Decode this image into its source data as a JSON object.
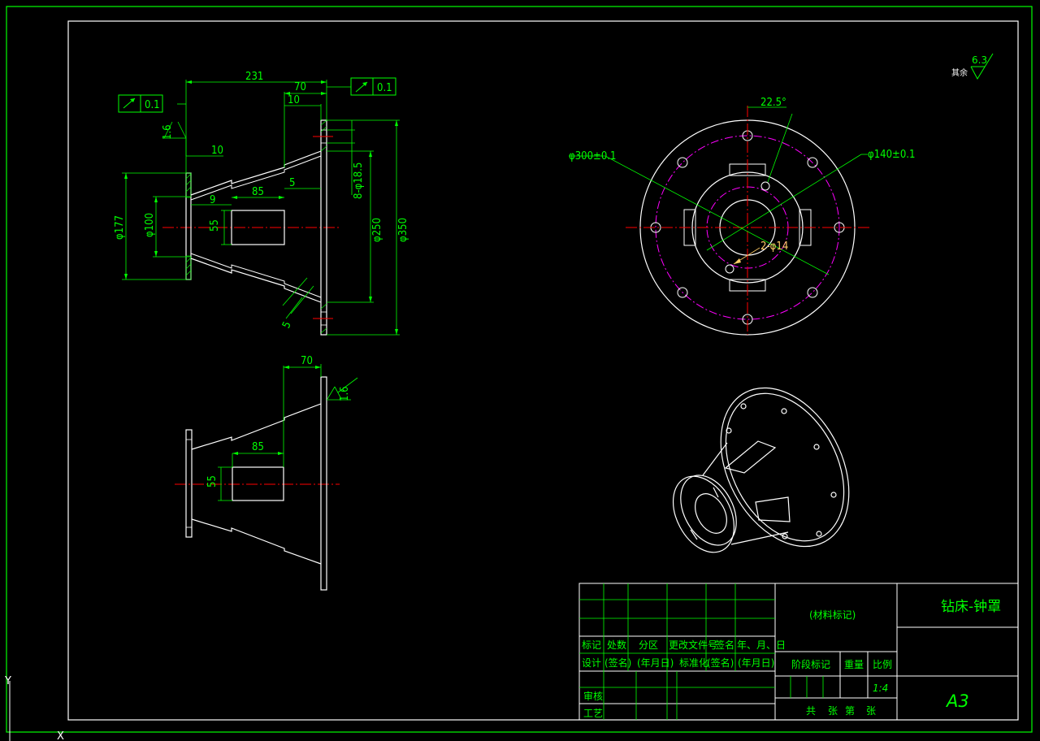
{
  "colors": {
    "background": "#000000",
    "frame": "#00ff00",
    "outline": "#ffffff",
    "dimension": "#00ff00",
    "centerline": "#ff0000",
    "pitch_circle": "#ff00ff",
    "leader": "#ffcc66"
  },
  "front_view": {
    "dims": {
      "d231": "231",
      "d70": "70",
      "d10_top": "10",
      "d10_left": "10",
      "d9": "9",
      "d85": "85",
      "d5": "5",
      "d5_slant": "5",
      "d55": "55",
      "phi177": "φ177",
      "phi100": "φ100",
      "phi250": "φ250",
      "phi350": "φ350",
      "holes": "8-φ18.5"
    },
    "runout_left": "0.1",
    "runout_right": "0.1",
    "roughness": "1.6"
  },
  "lower_view": {
    "dims": {
      "d70": "70",
      "d85": "85",
      "d55": "55"
    },
    "roughness": "1.6"
  },
  "top_view": {
    "angle": "22.5°",
    "outer_dia": "φ300±0.1",
    "inner_dia": "φ140±0.1",
    "small_holes": "2-φ14"
  },
  "surface_finish": {
    "label": "其余",
    "value": "6.3"
  },
  "ucs": {
    "y": "Y",
    "x": "X"
  },
  "title_block": {
    "title": "钻床-钟罩",
    "material": "(材料标记)",
    "row_headers": [
      "标记",
      "处数",
      "分区",
      "更改文件号",
      "签名",
      "年、月、日"
    ],
    "design_row": [
      "设计",
      "(签名)",
      "(年月日)",
      "标准化",
      "(签名)",
      "(年月日)"
    ],
    "review": "审核",
    "process": "工艺",
    "stage_mark": "阶段标记",
    "weight": "重量",
    "scale_label": "比例",
    "scale_value": "1:4",
    "sheets": [
      "共",
      "张",
      "第",
      "张"
    ],
    "size": "A3"
  }
}
